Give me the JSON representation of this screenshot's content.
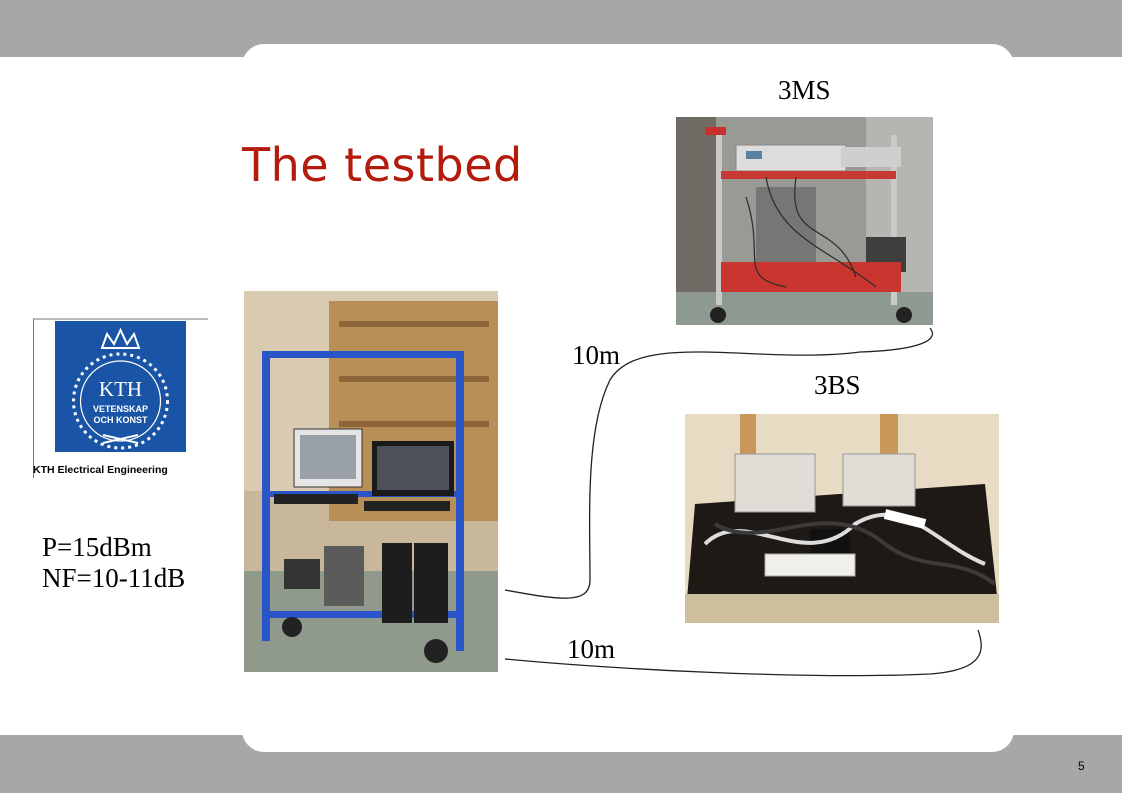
{
  "slide": {
    "title": "The testbed",
    "page_number": "5"
  },
  "logo": {
    "crest_line1": "KTH",
    "crest_line2": "VETENSKAP",
    "crest_line3": "OCH KONST",
    "caption": "KTH Electrical Engineering",
    "brand_color": "#1954a6"
  },
  "params": {
    "line1": "P=15dBm",
    "line2": "NF=10-11dB"
  },
  "labels": {
    "ms_label": "3MS",
    "bs_label": "3BS",
    "cable_upper": "10m",
    "cable_lower": "10m"
  },
  "colors": {
    "title": "#b31b0c",
    "frame": "#a7a7aa"
  }
}
